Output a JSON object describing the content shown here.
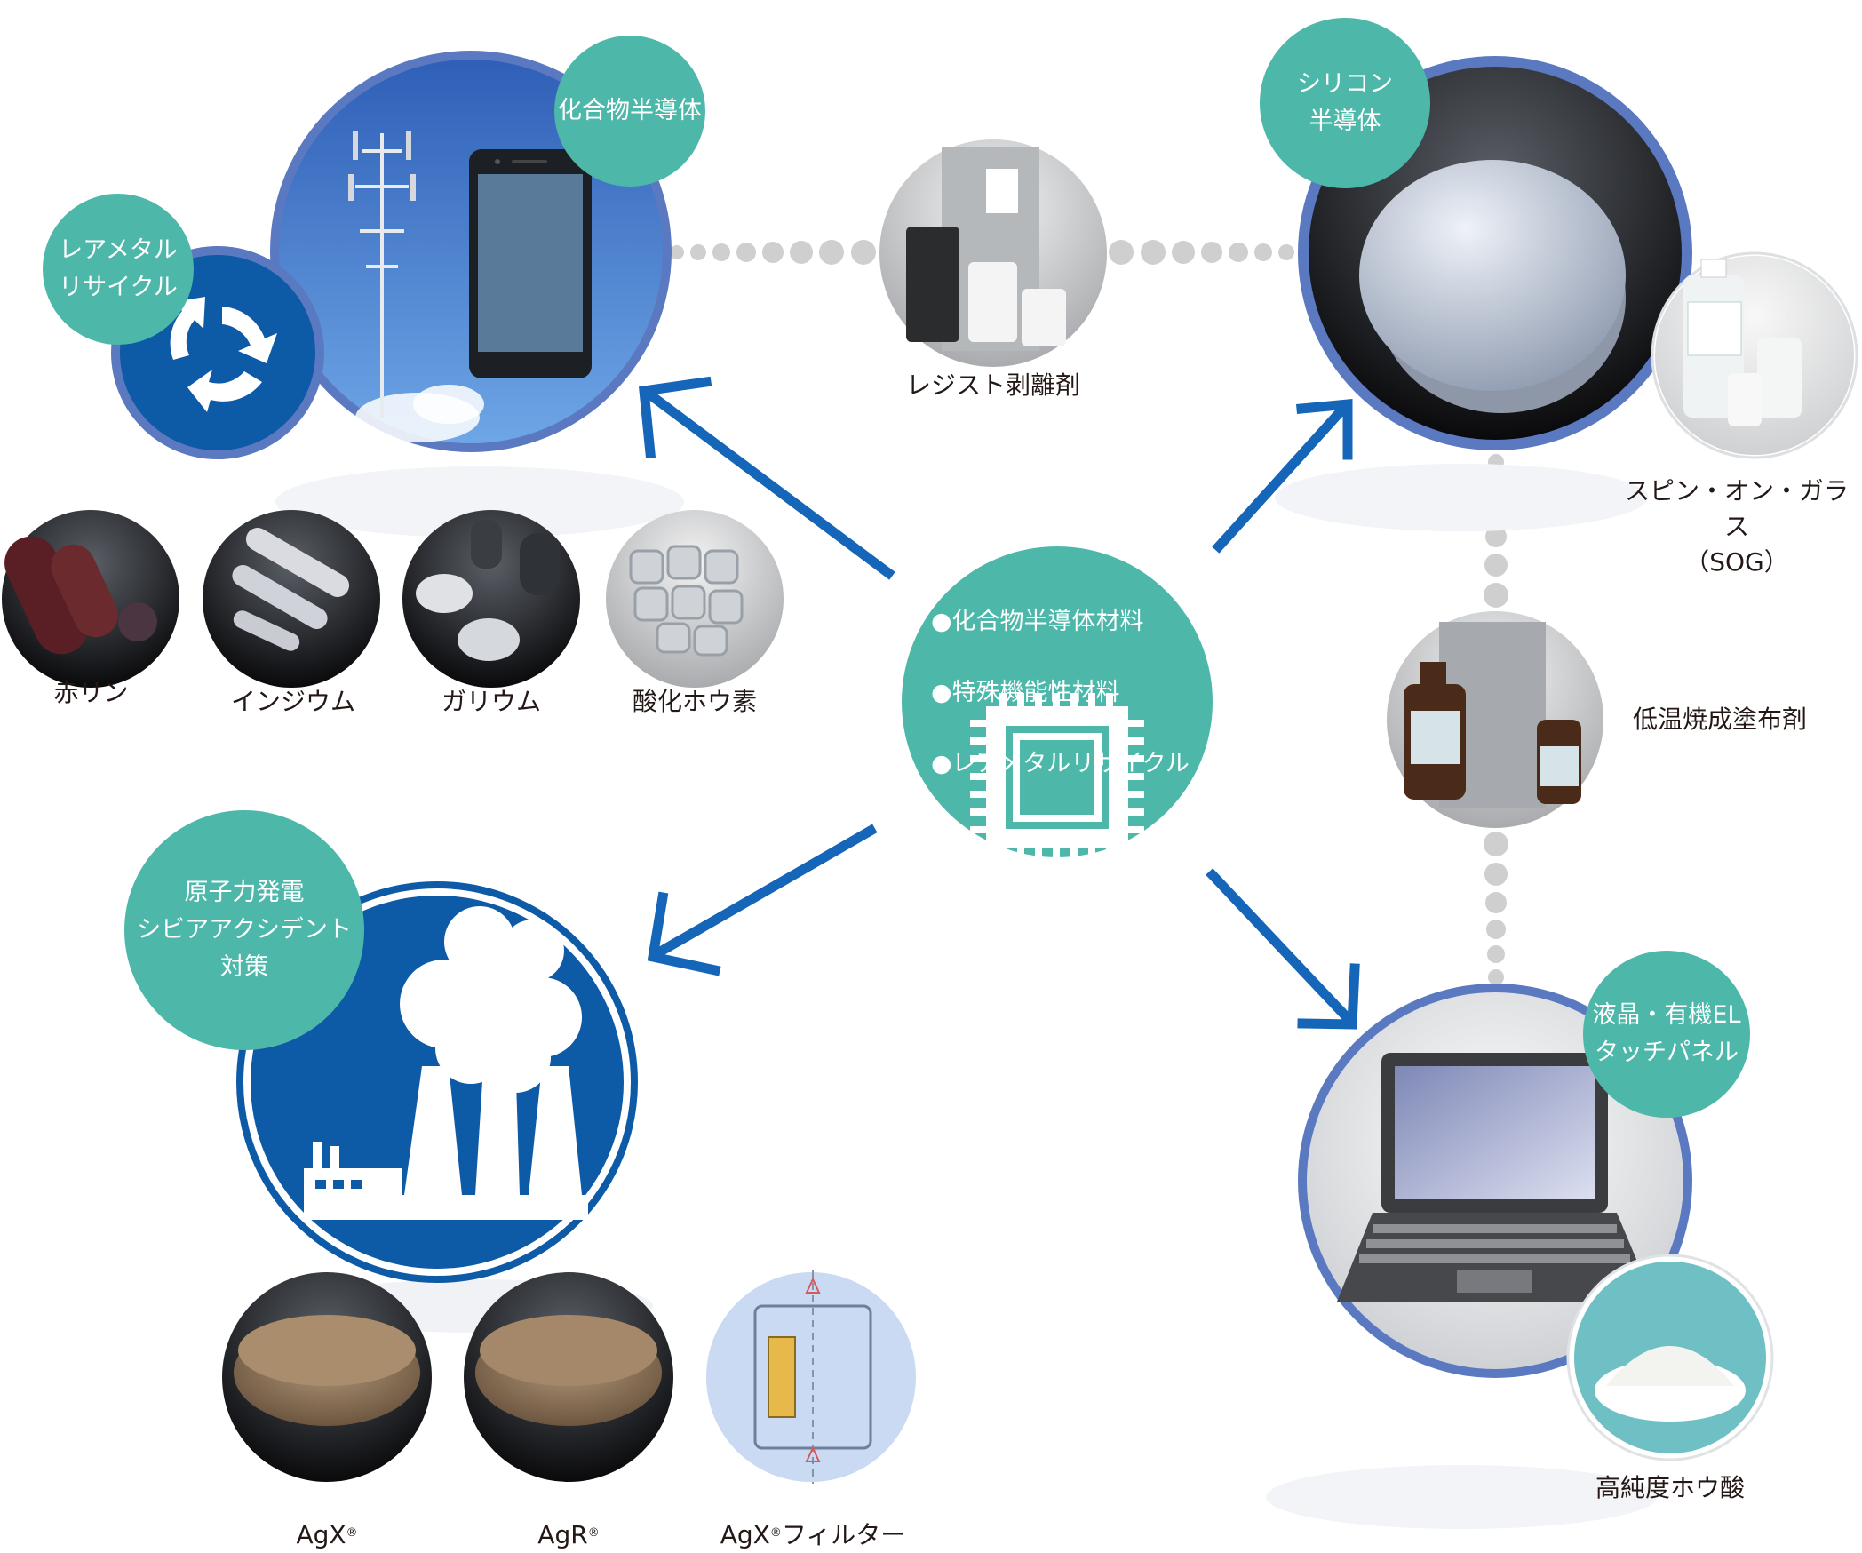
{
  "hub": {
    "items": [
      "●化合物半導体材料",
      "●特殊機能性材料",
      "●レアメタルリサイクル"
    ]
  },
  "badges": {
    "compound": "化合物半導体",
    "raremetal": "レアメタル\nリサイクル",
    "silicon": "シリコン\n半導体",
    "nuclear": "原子力発電\nシビアアクシデント\n対策",
    "lcd": "液晶・有機EL\nタッチパネル"
  },
  "products": {
    "resist": "レジスト剥離剤",
    "sog": "スピン・オン・ガラス\n（SOG）",
    "lowtemp": "低温焼成塗布剤",
    "boric": "高純度ホウ酸",
    "redp": "赤リン",
    "indium": "インジウム",
    "gallium": "ガリウム",
    "boron_oxide": "酸化ホウ素",
    "agx": "AgX",
    "agr": "AgR",
    "agx_filter": "フィルター",
    "reg_mark": "®"
  },
  "colors": {
    "teal": "#4db8aa",
    "navy": "#0d5aa7",
    "arrow": "#1565b8",
    "ring": "#5d7fc2",
    "dots": "#cccccc"
  }
}
